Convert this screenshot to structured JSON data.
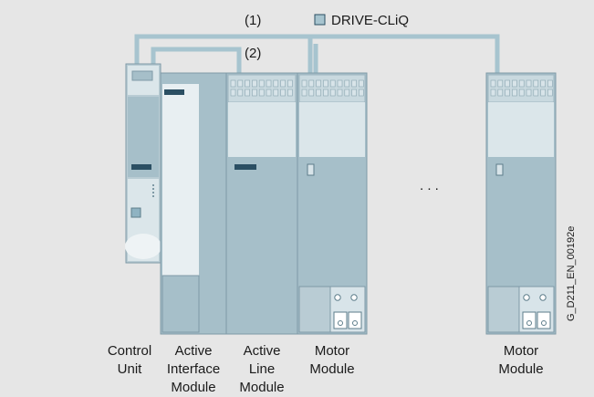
{
  "legend": {
    "swatch_color": "#a7c4cf",
    "label": "DRIVE-CLiQ"
  },
  "connections": {
    "first": "(1)",
    "second": "(2)"
  },
  "ellipsis": ". . .",
  "drawing_code": "G_D211_EN_00192e",
  "modules": {
    "control_unit": {
      "line1": "Control",
      "line2": "Unit"
    },
    "active_interface": {
      "line1": "Active",
      "line2": "Interface",
      "line3": "Module"
    },
    "active_line": {
      "line1": "Active",
      "line2": "Line",
      "line3": "Module"
    },
    "motor_module_1": {
      "line1": "Motor",
      "line2": "Module"
    },
    "motor_module_2": {
      "line1": "Motor",
      "line2": "Module"
    }
  },
  "colors": {
    "background": "#e6e6e6",
    "module_body": "#a6bfc9",
    "module_light": "#d8e4e9",
    "module_mid": "#8fb3c2",
    "cable": "#a7c4cf",
    "accent_dark": "#2b4f63"
  }
}
